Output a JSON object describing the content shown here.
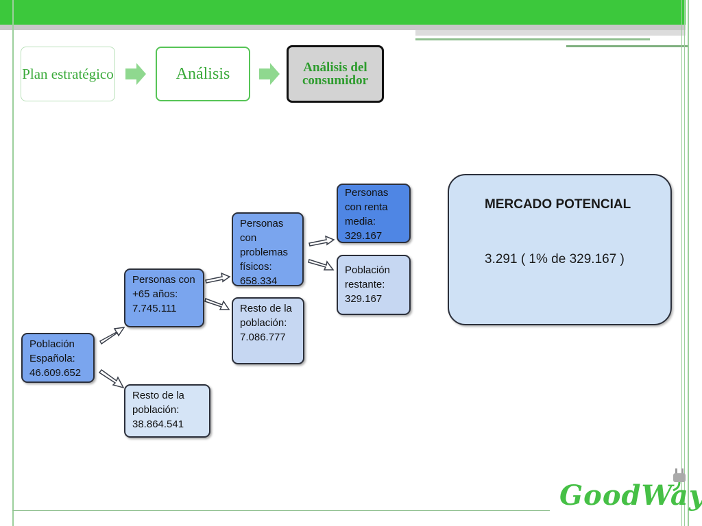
{
  "breadcrumb": {
    "steps": [
      {
        "label": "Plan estratégico"
      },
      {
        "label": "Análisis"
      },
      {
        "label": "Análisis del consumidor"
      }
    ]
  },
  "diagram": {
    "poblacion_espanola": "Población Española: 46.609.652",
    "mayores_65": "Personas con +65 años: 7.745.111",
    "resto_poblacion_1": "Resto de la población: 38.864.541",
    "problemas_fisicos": "Personas con problemas físicos: 658.334",
    "resto_poblacion_2": "Resto de la población: 7.086.777",
    "renta_media": "Personas con renta media: 329.167",
    "poblacion_restante": "Población restante: 329.167"
  },
  "market": {
    "title": "MERCADO POTENCIAL",
    "value": "3.291 ( 1% de 329.167 )"
  },
  "logo": {
    "text": "GoodWay"
  },
  "colors": {
    "brand_green": "#3cc83c",
    "box_dark": "#4f86e4",
    "box_mid": "#7aa5ee",
    "box_light": "#c6d7f2",
    "box_pale": "#d5e4f6"
  }
}
